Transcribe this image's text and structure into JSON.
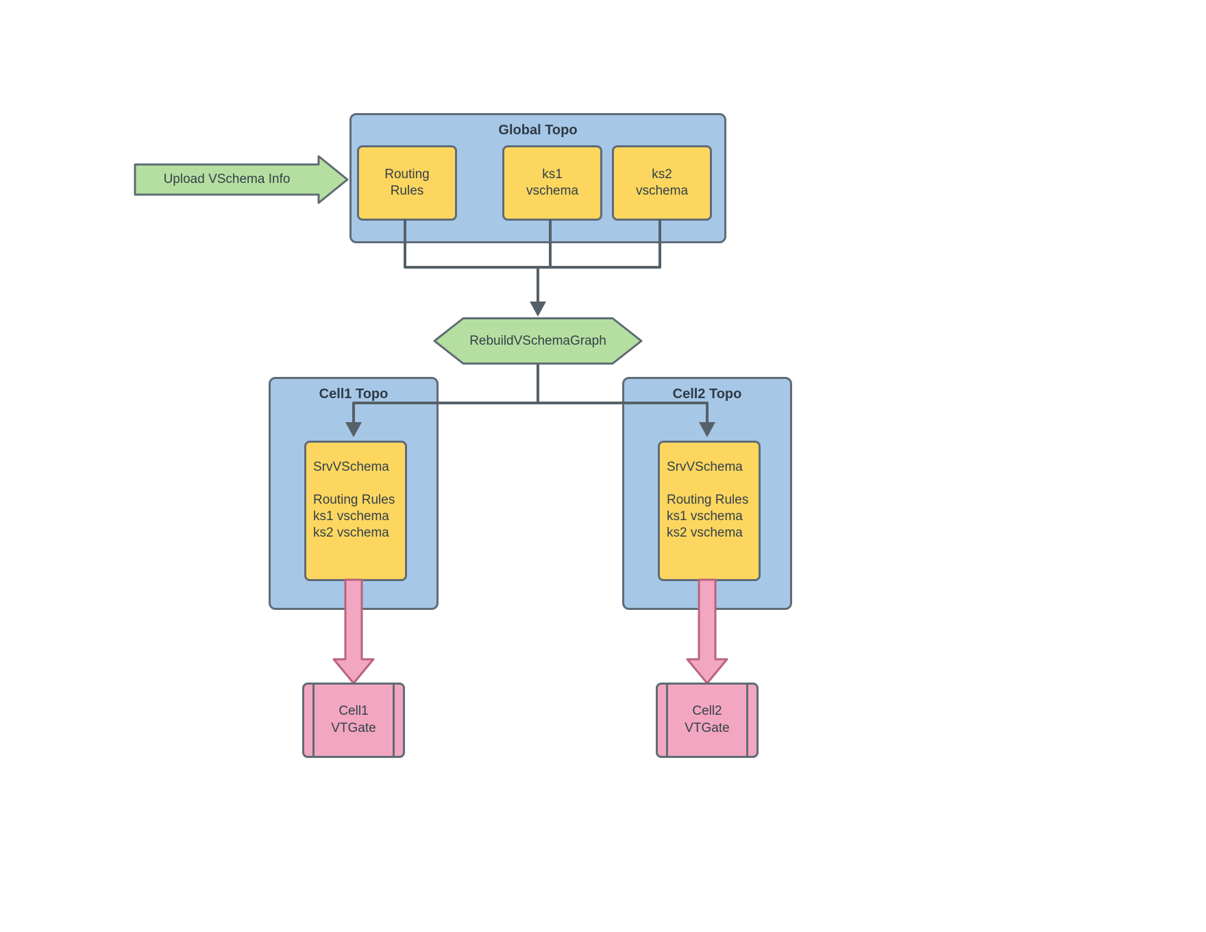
{
  "upload_arrow": {
    "label": "Upload VSchema Info"
  },
  "global_topo": {
    "title": "Global Topo",
    "boxes": [
      {
        "label": "Routing\nRules"
      },
      {
        "label": "ks1\nvschema"
      },
      {
        "label": "ks2\nvschema"
      }
    ]
  },
  "rebuild_step": {
    "label": "RebuildVSchemaGraph"
  },
  "cells": [
    {
      "title": "Cell1 Topo",
      "srv_box": "SrvVSchema\n\nRouting Rules\nks1 vschema\nks2 vschema",
      "vtgate": "Cell1\nVTGate"
    },
    {
      "title": "Cell2 Topo",
      "srv_box": "SrvVSchema\n\nRouting Rules\nks1 vschema\nks2 vschema",
      "vtgate": "Cell2\nVTGate"
    }
  ],
  "colors": {
    "container_fill": "#a7c7e7",
    "box_fill": "#fcd65f",
    "green_fill": "#b5dfa0",
    "pink_fill": "#f2a6c0",
    "shape_border": "#5f6b76",
    "connector": "#556068",
    "pink_arrow_border": "#b9637f",
    "text": "#33404a"
  }
}
